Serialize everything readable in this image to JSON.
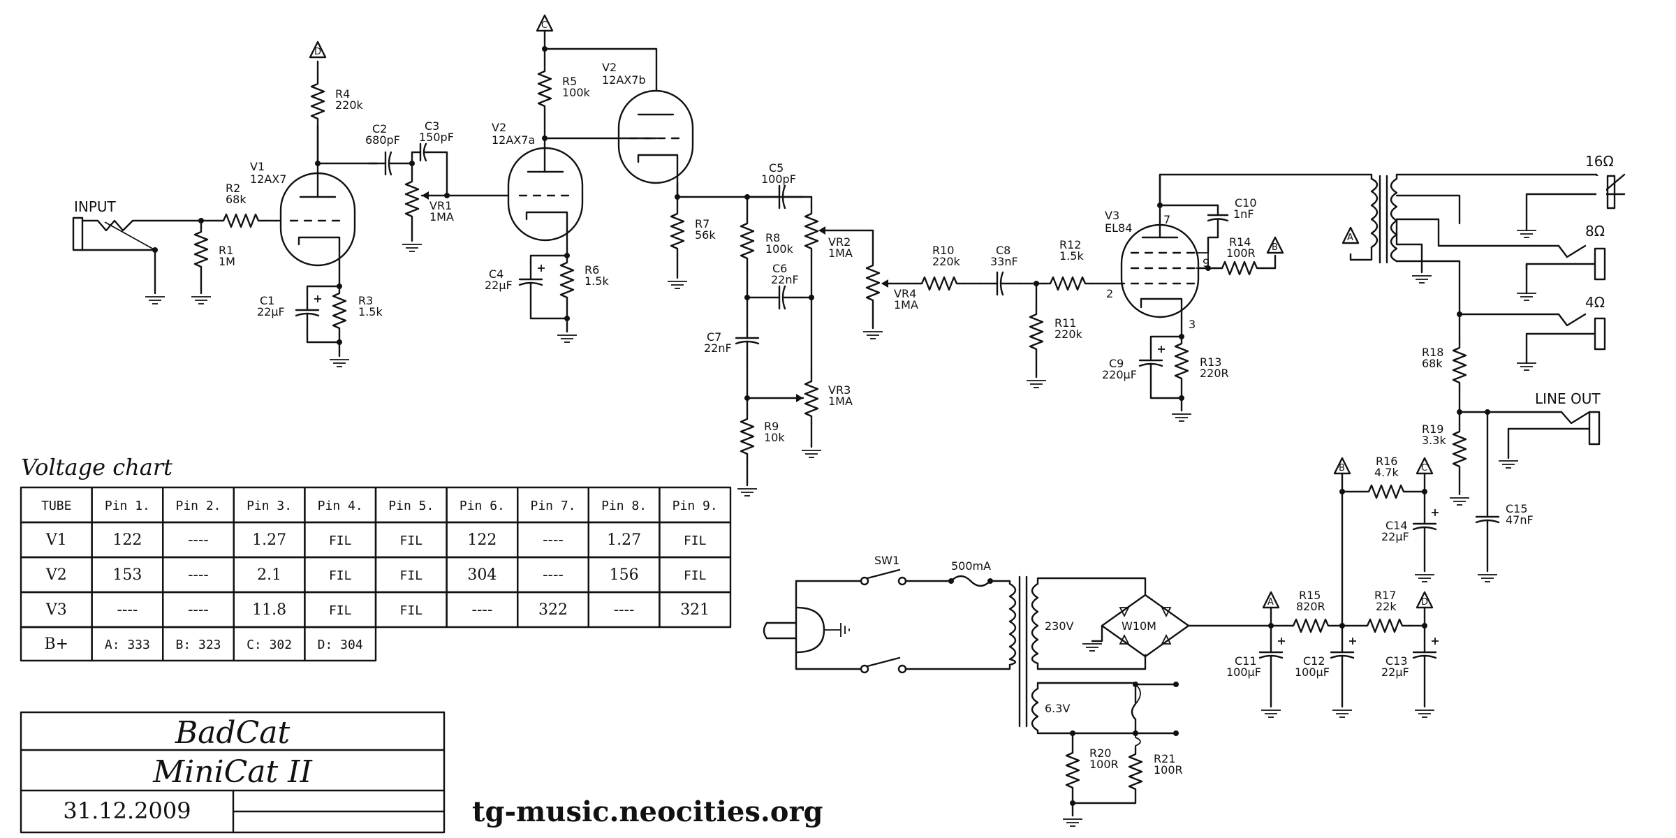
{
  "title_block": {
    "brand": "BadCat",
    "model": "MiniCat II",
    "date": "31.12.2009"
  },
  "website": "tg-music.neocities.org",
  "voltage_chart": {
    "title": "Voltage chart",
    "headers": [
      "TUBE",
      "Pin 1.",
      "Pin 2.",
      "Pin 3.",
      "Pin 4.",
      "Pin 5.",
      "Pin 6.",
      "Pin 7.",
      "Pin 8.",
      "Pin 9."
    ],
    "rows": [
      [
        "V1",
        "122",
        "----",
        "1.27",
        "FIL",
        "FIL",
        "122",
        "----",
        "1.27",
        "FIL"
      ],
      [
        "V2",
        "153",
        "----",
        "2.1",
        "FIL",
        "FIL",
        "304",
        "----",
        "156",
        "FIL"
      ],
      [
        "V3",
        "----",
        "----",
        "11.8",
        "FIL",
        "FIL",
        "----",
        "322",
        "----",
        "321"
      ]
    ],
    "bplus": [
      "B+",
      "A: 333",
      "B: 323",
      "C: 302",
      "D: 304"
    ]
  },
  "labels": {
    "input": "INPUT",
    "line_out": "LINE OUT",
    "out16": "16Ω",
    "out8": "8Ω",
    "out4": "4Ω",
    "v1_name": "V1",
    "v1_type": "12AX7",
    "v2a_name": "V2",
    "v2a_type": "12AX7a",
    "v2b_name": "V2",
    "v2b_type": "12AX7b",
    "v3_name": "V3",
    "v3_type": "EL84",
    "v3_pin7": "7",
    "v3_pin9": "9",
    "v3_pin2": "2",
    "v3_pin3": "3",
    "sw1": "SW1",
    "fuse": "500mA",
    "v230": "230V",
    "v63": "6.3V",
    "rectifier": "W10M",
    "tri_a": "A",
    "tri_b": "B",
    "tri_c": "C",
    "tri_d": "D"
  },
  "components": {
    "r1": [
      "R1",
      "1M"
    ],
    "r2": [
      "R2",
      "68k"
    ],
    "r3": [
      "R3",
      "1.5k"
    ],
    "r4": [
      "R4",
      "220k"
    ],
    "r5": [
      "R5",
      "100k"
    ],
    "r6": [
      "R6",
      "1.5k"
    ],
    "r7": [
      "R7",
      "56k"
    ],
    "r8": [
      "R8",
      "100k"
    ],
    "r9": [
      "R9",
      "10k"
    ],
    "r10": [
      "R10",
      "220k"
    ],
    "r11": [
      "R11",
      "220k"
    ],
    "r12": [
      "R12",
      "1.5k"
    ],
    "r13": [
      "R13",
      "220R"
    ],
    "r14": [
      "R14",
      "100R"
    ],
    "r15": [
      "R15",
      "820R"
    ],
    "r16": [
      "R16",
      "4.7k"
    ],
    "r17": [
      "R17",
      "22k"
    ],
    "r18": [
      "R18",
      "68k"
    ],
    "r19": [
      "R19",
      "3.3k"
    ],
    "r20": [
      "R20",
      "100R"
    ],
    "r21": [
      "R21",
      "100R"
    ],
    "c1": [
      "C1",
      "22μF"
    ],
    "c2": [
      "C2",
      "680pF"
    ],
    "c3": [
      "C3",
      "150pF"
    ],
    "c4": [
      "C4",
      "22μF"
    ],
    "c5": [
      "C5",
      "100pF"
    ],
    "c6": [
      "C6",
      "22nF"
    ],
    "c7": [
      "C7",
      "22nF"
    ],
    "c8": [
      "C8",
      "33nF"
    ],
    "c9": [
      "C9",
      "220μF"
    ],
    "c10": [
      "C10",
      "1nF"
    ],
    "c11": [
      "C11",
      "100μF"
    ],
    "c12": [
      "C12",
      "100μF"
    ],
    "c13": [
      "C13",
      "22μF"
    ],
    "c14": [
      "C14",
      "22μF"
    ],
    "c15": [
      "C15",
      "47nF"
    ],
    "vr1": [
      "VR1",
      "1MA"
    ],
    "vr2": [
      "VR2",
      "1MA"
    ],
    "vr3": [
      "VR3",
      "1MA"
    ],
    "vr4": [
      "VR4",
      "1MA"
    ]
  }
}
